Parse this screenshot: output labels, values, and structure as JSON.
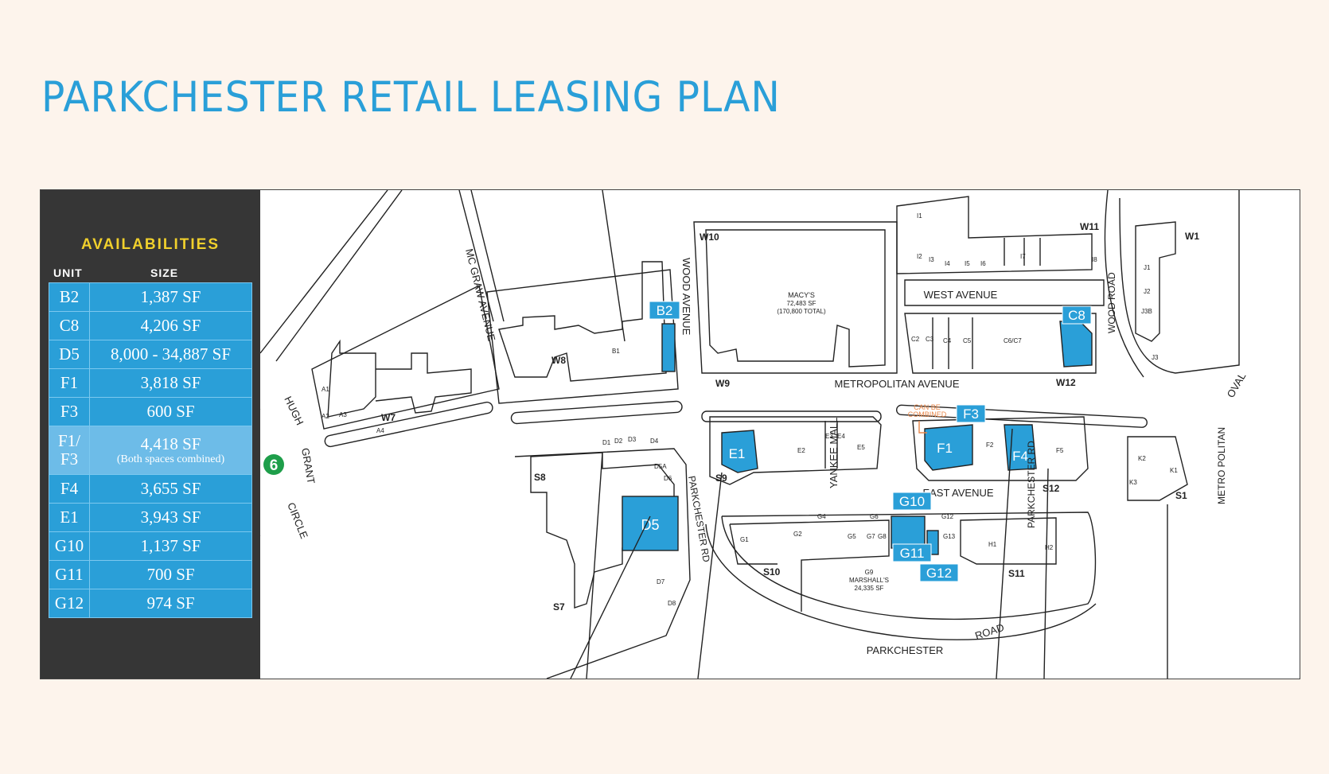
{
  "title": "PARKCHESTER RETAIL LEASING PLAN",
  "availabilities": {
    "heading": "AVAILABILITIES",
    "col_unit": "UNIT",
    "col_size": "SIZE",
    "rows": [
      {
        "unit": "B2",
        "size": "1,387 SF"
      },
      {
        "unit": "C8",
        "size": "4,206 SF"
      },
      {
        "unit": "D5",
        "size": "8,000 - 34,887 SF"
      },
      {
        "unit": "F1",
        "size": "3,818 SF"
      },
      {
        "unit": "F3",
        "size": "600 SF"
      },
      {
        "unit_line1": "F1/",
        "unit_line2": "F3",
        "size": "4,418 SF",
        "note": "(Both spaces combined)"
      },
      {
        "unit": "F4",
        "size": "3,655 SF"
      },
      {
        "unit": "E1",
        "size": "3,943 SF"
      },
      {
        "unit": "G10",
        "size": "1,137 SF"
      },
      {
        "unit": "G11",
        "size": "700 SF"
      },
      {
        "unit": "G12",
        "size": "974 SF"
      }
    ]
  },
  "map": {
    "streets": {
      "mc_graw": "MC GRAW AVENUE",
      "wood_avenue": "WOOD AVENUE",
      "metropolitan": "METROPOLITAN AVENUE",
      "west_avenue": "WEST AVENUE",
      "wood_road": "WOOD ROAD",
      "east_avenue": "EAST AVENUE",
      "yankee_mall": "YANKEE MALL",
      "parkchester_rd_left": "PARKCHESTER RD",
      "parkchester_rd_right": "PARKCHESTER RD",
      "parkchester": "PARKCHESTER",
      "road": "ROAD",
      "oval": "OVAL",
      "metro_politan": "METRO POLITAN",
      "hugh": "HUGH",
      "grant": "GRANT",
      "circle": "CIRCLE"
    },
    "route_badge": "6",
    "combine_note_1": "CAN BE",
    "combine_note_2": "COMBINED",
    "macys": {
      "name": "MACY'S",
      "sf": "72,483 SF",
      "total": "(170,800 TOTAL)"
    },
    "marshalls": {
      "code": "G9",
      "name": "MARSHALL'S",
      "sf": "24,335 SF"
    },
    "entrances": [
      "W1",
      "W7",
      "W8",
      "W9",
      "W10",
      "W11",
      "W12",
      "S1",
      "S7",
      "S8",
      "S9",
      "S10",
      "S11",
      "S12"
    ],
    "available_units": [
      "B2",
      "C8",
      "D5",
      "E1",
      "F1",
      "F3",
      "F4",
      "G10",
      "G11",
      "G12"
    ],
    "units": [
      "A1",
      "A2",
      "A3",
      "A4",
      "B1",
      "C2",
      "C3",
      "C4",
      "C5",
      "C6/C7",
      "D1",
      "D2",
      "D3",
      "D4",
      "D5A",
      "D6",
      "D7",
      "D8",
      "E2",
      "E3",
      "E4",
      "E5",
      "F2",
      "F5",
      "G1",
      "G2",
      "G4",
      "G5",
      "G6",
      "G7",
      "G8",
      "G12",
      "G13",
      "H1",
      "H2",
      "I1",
      "I2",
      "I3",
      "I4",
      "I5",
      "I6",
      "I7",
      "I8",
      "J1",
      "J2",
      "J3B",
      "J3",
      "K1",
      "K2",
      "K3"
    ],
    "colors": {
      "available": "#2a9fd8",
      "combine_note": "#e8874a",
      "badge": "#1e9e4a",
      "line": "#222222"
    }
  }
}
